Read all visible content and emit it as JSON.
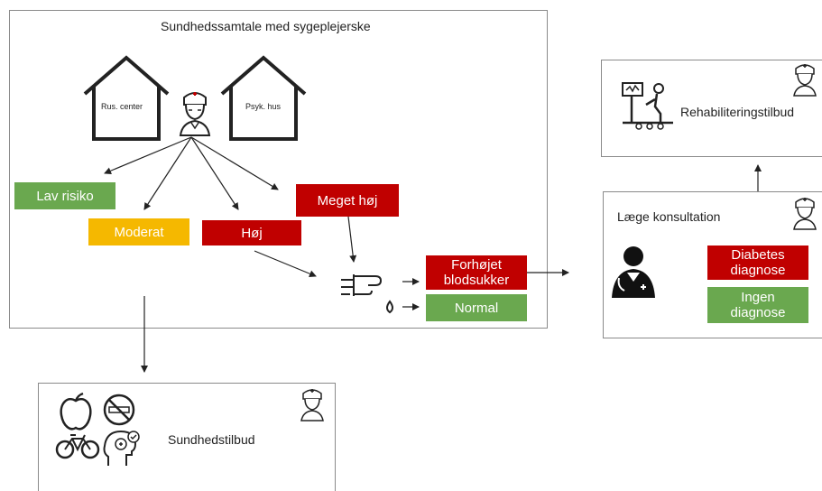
{
  "main": {
    "title": "Sundhedssamtale med sygeplejerske",
    "house_left": "Rus. center",
    "house_right": "Psyk. hus",
    "risk": {
      "low": "Lav risiko",
      "moderate": "Moderat",
      "high": "Høj",
      "very_high": "Meget høj"
    },
    "result": {
      "elevated": "Forhøjet blodsukker",
      "normal": "Normal"
    }
  },
  "doctor": {
    "title": "Læge konsultation",
    "diabetes": "Diabetes diagnose",
    "none": "Ingen diagnose"
  },
  "rehab": {
    "title": "Rehabiliteringstilbud"
  },
  "health": {
    "title": "Sundhedstilbud"
  },
  "colors": {
    "green": "#6aa84f",
    "orange": "#f5b800",
    "red": "#c00000",
    "border": "#8a8a8a"
  },
  "icons": [
    "nurse-icon",
    "house-icon",
    "finger-prick-icon",
    "doctor-icon",
    "rehab-treadmill-icon",
    "apple-icon",
    "no-smoking-icon",
    "bicycle-icon",
    "mind-health-icon"
  ]
}
